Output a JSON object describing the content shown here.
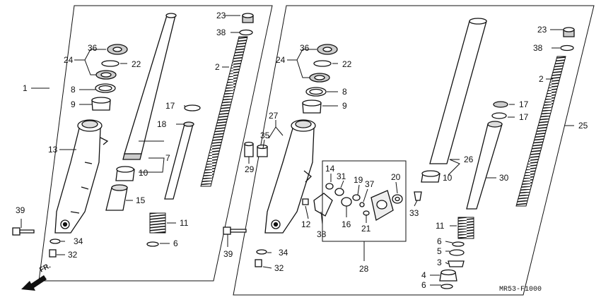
{
  "diagram_code": "MR53-F1000",
  "front_label": "FR.",
  "callouts": [
    "1",
    "24",
    "36",
    "22",
    "8",
    "9",
    "13",
    "10",
    "7",
    "15",
    "17",
    "18",
    "23",
    "38",
    "2",
    "11",
    "6",
    "39",
    "34",
    "32",
    "27",
    "35",
    "29",
    "14",
    "31",
    "19",
    "37",
    "20",
    "12",
    "38",
    "16",
    "21",
    "33",
    "28",
    "39",
    "34",
    "32",
    "24",
    "36",
    "22",
    "8",
    "9",
    "26",
    "10",
    "30",
    "23",
    "38",
    "2",
    "17",
    "17",
    "25",
    "11",
    "6",
    "5",
    "3",
    "4",
    "6"
  ]
}
